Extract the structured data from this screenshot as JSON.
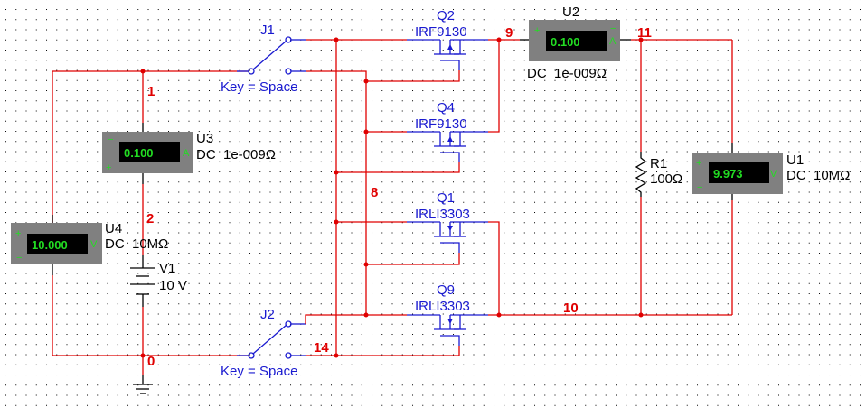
{
  "app": "Circuit schematic (simulation view)",
  "colors": {
    "wire": "#e00000",
    "component": "#1a1ad0",
    "meter_body": "#808080",
    "meter_text": "#22dd22",
    "grid_dot": "#000000"
  },
  "switches": [
    {
      "ref": "J1",
      "key": "Key = Space"
    },
    {
      "ref": "J2",
      "key": "Key = Space"
    }
  ],
  "mosfets": [
    {
      "ref": "Q2",
      "model": "IRF9130"
    },
    {
      "ref": "Q4",
      "model": "IRF9130"
    },
    {
      "ref": "Q1",
      "model": "IRLI3303"
    },
    {
      "ref": "Q9",
      "model": "IRLI3303"
    }
  ],
  "meters": {
    "U1": {
      "ref": "U1",
      "value": "9.973",
      "unit_symbol": "V",
      "mode": "DC  10MΩ",
      "plus": "+",
      "minus": "−"
    },
    "U2": {
      "ref": "U2",
      "value": "0.100",
      "unit_symbol": "A",
      "mode": "DC  1e-009Ω",
      "plus": "+",
      "minus": "−"
    },
    "U3": {
      "ref": "U3",
      "value": "0.100",
      "unit_symbol": "A",
      "mode": "DC  1e-009Ω",
      "plus": "+",
      "minus": "−"
    },
    "U4": {
      "ref": "U4",
      "value": "10.000",
      "unit_symbol": "V",
      "mode": "DC  10MΩ",
      "plus": "+",
      "minus": "−"
    }
  },
  "source": {
    "ref": "V1",
    "value": "10 V"
  },
  "resistor": {
    "ref": "R1",
    "value": "100Ω"
  },
  "nodes": {
    "n0": "0",
    "n1": "1",
    "n2": "2",
    "n8": "8",
    "n9": "9",
    "n10": "10",
    "n11": "11",
    "n14": "14"
  }
}
